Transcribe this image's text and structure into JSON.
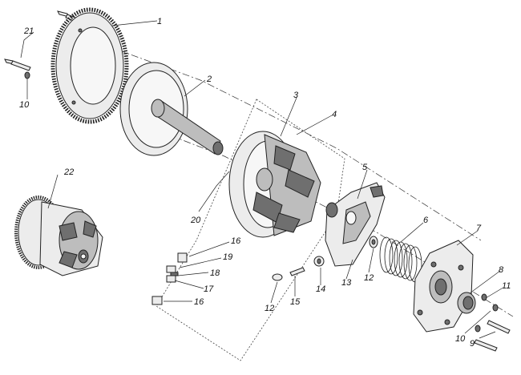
{
  "callouts": {
    "c1": "1",
    "c2": "2",
    "c3": "3",
    "c4": "4",
    "c5": "5",
    "c6": "6",
    "c7": "7",
    "c8": "8",
    "c9": "9",
    "c10a": "10",
    "c10b": "10",
    "c11": "11",
    "c12a": "12",
    "c12b": "12",
    "c13": "13",
    "c14": "14",
    "c15": "15",
    "c16a": "16",
    "c16b": "16",
    "c17": "17",
    "c18": "18",
    "c19": "19",
    "c20": "20",
    "c21": "21",
    "c22": "22"
  }
}
